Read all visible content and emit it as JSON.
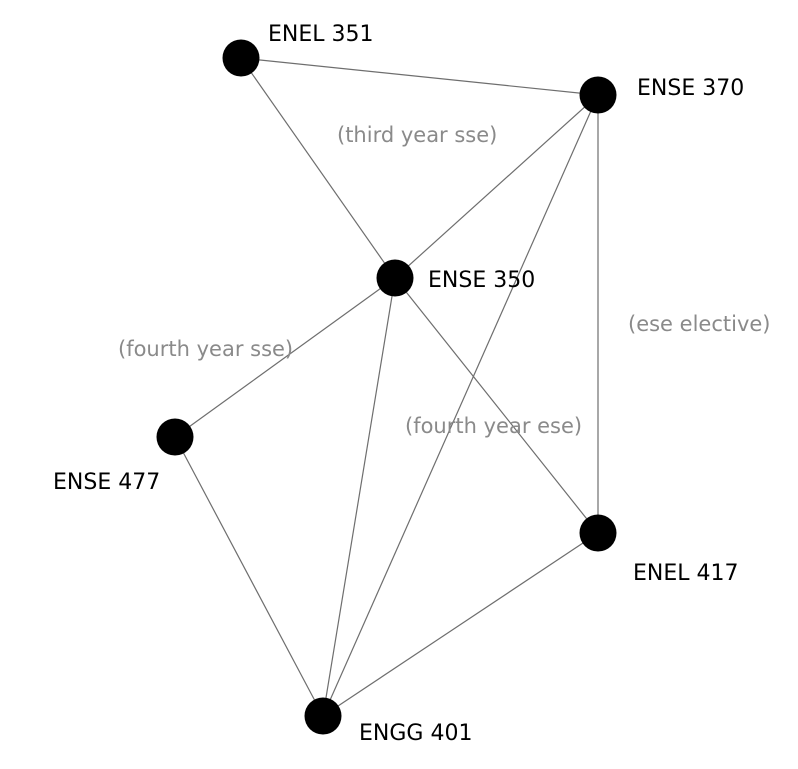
{
  "nodes": [
    {
      "id": "enel351",
      "label": "ENEL 351"
    },
    {
      "id": "ense370",
      "label": "ENSE 370"
    },
    {
      "id": "ense350",
      "label": "ENSE 350"
    },
    {
      "id": "ense477",
      "label": "ENSE 477"
    },
    {
      "id": "enel417",
      "label": "ENEL 417"
    },
    {
      "id": "engg401",
      "label": "ENGG 401"
    }
  ],
  "edges": [
    {
      "from": "enel351",
      "to": "ense370"
    },
    {
      "from": "enel351",
      "to": "ense350"
    },
    {
      "from": "ense370",
      "to": "ense350"
    },
    {
      "from": "ense370",
      "to": "engg401"
    },
    {
      "from": "ense370",
      "to": "enel417"
    },
    {
      "from": "ense350",
      "to": "ense477"
    },
    {
      "from": "ense350",
      "to": "enel417"
    },
    {
      "from": "ense350",
      "to": "engg401"
    },
    {
      "from": "ense477",
      "to": "engg401"
    },
    {
      "from": "enel417",
      "to": "engg401"
    }
  ],
  "edge_labels": [
    {
      "id": "third-year-sse",
      "text": "(third year sse)"
    },
    {
      "id": "ese-elective",
      "text": "(ese elective)"
    },
    {
      "id": "fourth-year-sse",
      "text": "(fourth year sse)"
    },
    {
      "id": "fourth-year-ese",
      "text": "(fourth year ese)"
    }
  ],
  "colors": {
    "node": "#000000",
    "edge": "#6e6e6e",
    "edge_label": "#8a8a8a",
    "background": "#ffffff"
  }
}
